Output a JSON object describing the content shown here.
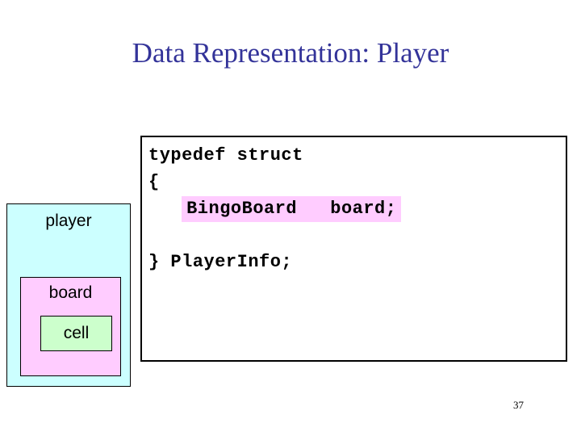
{
  "slide": {
    "title": "Data Representation: Player",
    "page_number": "37",
    "title_color": "#333399"
  },
  "diagram": {
    "name": "nested-data-representation",
    "boxes": [
      {
        "label": "player",
        "color": "#ccffff"
      },
      {
        "label": "board",
        "color": "#ffccff"
      },
      {
        "label": "cell",
        "color": "#ccffcc"
      }
    ]
  },
  "code": {
    "highlight_color": "#ffccff",
    "lines": [
      {
        "text": "typedef struct",
        "highlight": false
      },
      {
        "text": "{",
        "highlight": false
      },
      {
        "text": "  BingoBoard   board;",
        "highlight": true
      },
      {
        "text": "",
        "highlight": false
      },
      {
        "text": "} PlayerInfo;",
        "highlight": false
      }
    ],
    "line_1": "typedef struct",
    "line_2": "{",
    "line_3_indent": "   ",
    "line_3_highlight": "BingoBoard   board;",
    "line_5": "} PlayerInfo;"
  }
}
